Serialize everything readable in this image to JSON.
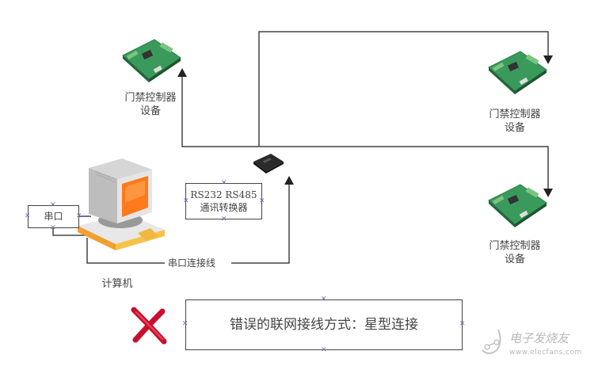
{
  "diagram": {
    "nodes": {
      "controller_top_left": {
        "label_line1": "门禁控制器",
        "label_line2": "设备"
      },
      "controller_top_right": {
        "label_line1": "门禁控制器",
        "label_line2": "设备"
      },
      "controller_bottom_right": {
        "label_line1": "门禁控制器",
        "label_line2": "设备"
      },
      "computer": {
        "label": "计算机"
      },
      "serial_port": {
        "label": "串口"
      },
      "converter": {
        "label_line1": "RS232 RS485",
        "label_line2": "通讯转换器"
      },
      "serial_cable": {
        "label": "串口连接线"
      }
    },
    "caption": {
      "text": "错误的联网接线方式：星型连接",
      "mark": "✕"
    },
    "watermark": {
      "brand": "电子发烧友",
      "url": "www.elecfans.com"
    },
    "colors": {
      "line": "#444444",
      "wrong_mark": "#c8102e",
      "handle": "#6b6bb0",
      "board": "#3a9a5c"
    }
  }
}
